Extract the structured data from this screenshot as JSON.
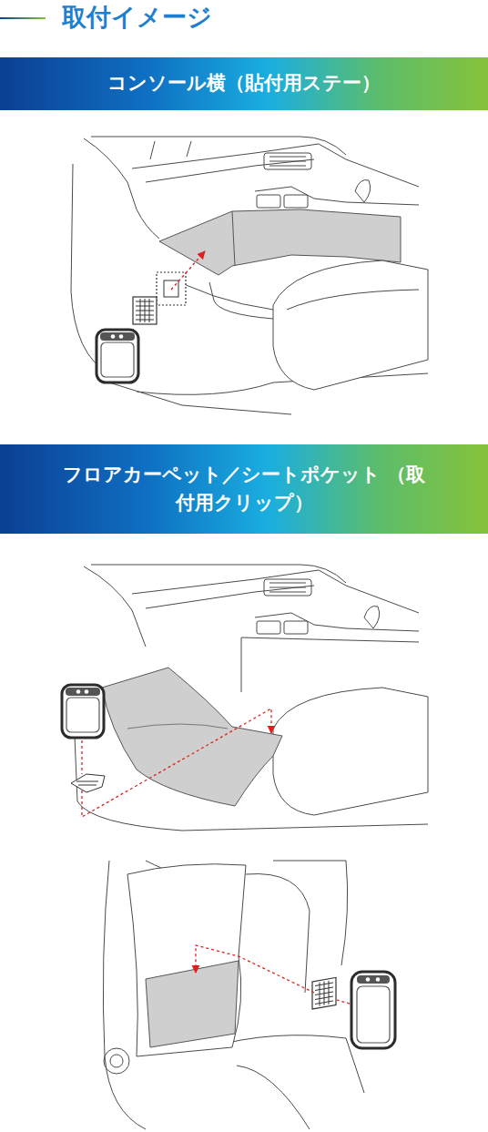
{
  "diagram": {
    "title": "取付イメージ",
    "nodes": [
      {
        "text": [
          "コンソール横（貼付用ステー）"
        ]
      },
      {
        "text": [
          "フロアカーペット／シートポケット （取付用クリップ）"
        ]
      }
    ]
  }
}
